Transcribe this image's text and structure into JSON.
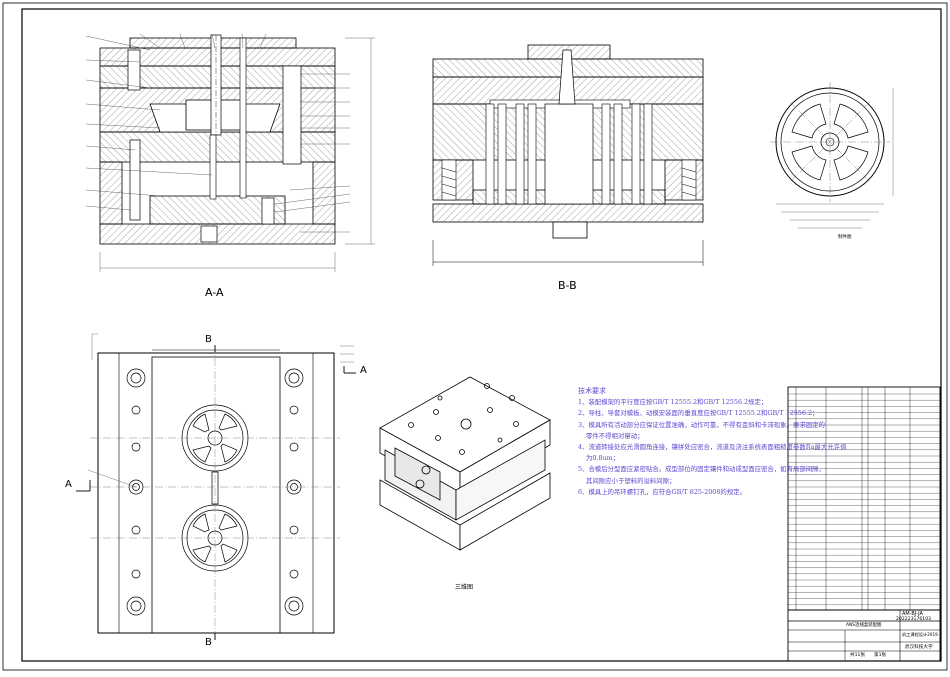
{
  "views": {
    "section_aa": "A-A",
    "section_bb": "B-B",
    "iso_caption": "三维图",
    "part_caption": "制件图",
    "cut_b_top": "B",
    "cut_b_bottom": "B",
    "cut_a_left": "A",
    "cut_a_right": "A"
  },
  "tech_notes": {
    "title": "技术要求",
    "lines": [
      "1、装配模架的平行度应按GB/T 12555.2和GB/T 12556.2规定；",
      "2、导柱、导套对模板、动模安装面的垂直度应按GB/T 12555.2和GB/T 12556.2；",
      "3、模具所有活动部分应保证位置准确，动作可靠，不得有歪斜和卡滞现象。要求固定的",
      "零件不得相对窜动；",
      "4、流道转接处应光滑圆角连接，镶拼处应密合，流道及浇注系统表面粗糙度参数Ra最大允许值",
      "为0.8um；",
      "5、合模后分型面应紧密贴合。成型部位的固定镶件和动成型面应密合，如有局部间隙，",
      "其间隙应小于塑料的溢料间隙；",
      "6、模具上的吊环螺钉孔，应符合GB/T 825-2008的规定。"
    ]
  },
  "title_block": {
    "drawing_no": "AM-BJ-JA",
    "student_no": "202223176103",
    "assembly_title": "ANS连线盒装配图",
    "category": "机工课程设计2019",
    "school": "武汉科技大学",
    "sheet_total": "共11张",
    "sheet_no": "第1张"
  }
}
